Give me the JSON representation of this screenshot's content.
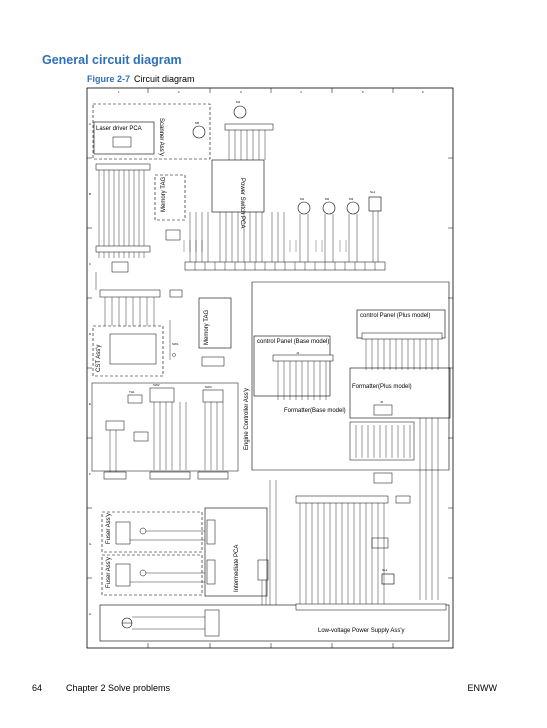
{
  "page": {
    "heading": "General circuit diagram",
    "figure_number": "Figure 2-7",
    "figure_title": "Circuit diagram",
    "footer_page": "64",
    "footer_chapter": "Chapter 2   Solve problems",
    "footer_brand": "ENWW"
  },
  "diagram": {
    "laser_driver_pca": "Laser driver PCA",
    "scanner_assy": "Scanner Ass'y",
    "memory_tag_1": "Memory TAG",
    "memory_tag_2": "Memory TAG",
    "power_switch_pca": "Power Switch PCA",
    "engine_controller_assy": "Engine Controller Ass'y",
    "control_panel_base": "control Panel (Base model)",
    "control_panel_plus": "control Panel (Plus model)",
    "formatter_plus": "Formatter(Plus model)",
    "formatter_base": "Formatter(Base model)",
    "intermediate_pca": "Intermediate PCA",
    "low_voltage_psu": "Low-voltage Power Supply Ass'y",
    "fuser_assy": "Fuser Ass'y",
    "fuser_assy_2": "Fuser Ass'y",
    "cst_assy": "CST Ass'y",
    "motor_m1": "M1",
    "motor_m2": "M2",
    "motor_m3": "M3",
    "motor_m4": "M4",
    "motor_m5": "M5",
    "solenoid_sl1": "SL1",
    "solenoid_sl2": "SL2",
    "sensor_sw1": "SW1",
    "sensor_sw2": "SW2",
    "sensor_sw3": "SW3",
    "connector_j1": "J1",
    "connector_j2": "J2",
    "thermistor_th1": "TH1",
    "grid_cols": [
      "1",
      "2",
      "3",
      "4",
      "5",
      "6"
    ],
    "grid_rows": [
      "A",
      "B",
      "C",
      "D",
      "E",
      "F",
      "G",
      "H"
    ]
  }
}
